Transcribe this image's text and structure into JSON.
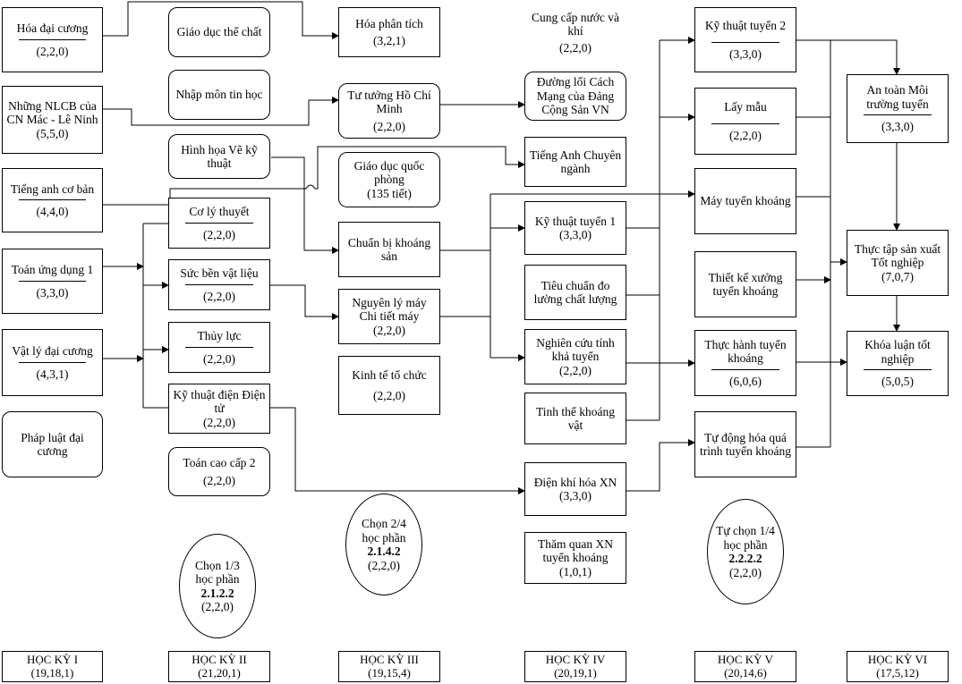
{
  "semester1": {
    "courses": [
      {
        "id": "hoa-dai-cuong",
        "name": "Hóa đại cương",
        "credits": "(2,2,0)"
      },
      {
        "id": "nlcb",
        "name": "Những NLCB của CN Mác - Lê Ninh",
        "credits": "(5,5,0)"
      },
      {
        "id": "tieng-anh-co-ban",
        "name": "Tiếng anh cơ bản",
        "credits": "(4,4,0)"
      },
      {
        "id": "toan-ung-dung-1",
        "name": "Toán ứng dụng 1",
        "credits": "(3,3,0)"
      },
      {
        "id": "vat-ly-dai-cuong",
        "name": "Vật lý đại cương",
        "credits": "(4,3,1)"
      },
      {
        "id": "phap-luat-dai-cuong",
        "name": "Pháp luật đại cương",
        "credits": ""
      }
    ],
    "label": "HỌC KỲ I",
    "summary": "(19,18,1)"
  },
  "semester2": {
    "courses": [
      {
        "id": "giao-duc-the-chat",
        "name": "Giáo dục thể chất",
        "credits": ""
      },
      {
        "id": "nhap-mon-tin-hoc",
        "name": "Nhập môn tin học",
        "credits": ""
      },
      {
        "id": "hinh-hoa",
        "name": "Hình họa Vẽ kỹ thuật",
        "credits": ""
      },
      {
        "id": "co-ly-thuyet",
        "name": "Cơ lý thuyết",
        "credits": "(2,2,0)"
      },
      {
        "id": "suc-ben-vat-lieu",
        "name": "Sức bền vật liệu",
        "credits": "(2,2,0)"
      },
      {
        "id": "thuy-luc",
        "name": "Thủy lực",
        "credits": "(2,2,0)"
      },
      {
        "id": "ky-thuat-dien",
        "name": "Kỹ thuật điện Điện tử",
        "credits": "(2,2,0)"
      },
      {
        "id": "toan-cao-cap-2",
        "name": "Toán cao cấp 2",
        "credits": "(2,2,0)"
      }
    ],
    "elective": {
      "line1": "Chọn 1/3",
      "line2": "học phần",
      "code": "2.1.2.2",
      "credits": "(2,2,0)"
    },
    "label": "HỌC KỲ II",
    "summary": "(21,20,1)"
  },
  "semester3": {
    "courses": [
      {
        "id": "hoa-phan-tich",
        "name": "Hóa phân tích",
        "credits": "(3,2,1)"
      },
      {
        "id": "tu-tuong-hcm",
        "name": "Tư tưởng Hồ Chí Minh",
        "credits": "(2,2,0)"
      },
      {
        "id": "giao-duc-quoc-phong",
        "name": "Giáo dục quốc phòng",
        "credits": "(135 tiết)"
      },
      {
        "id": "chuan-bi-khoang-san",
        "name": "Chuẩn bị khoáng sản",
        "credits": ""
      },
      {
        "id": "nguyen-ly-may",
        "name": "Nguyên lý máy Chi tiết máy",
        "credits": "(2,2,0)"
      },
      {
        "id": "kinh-te-to-chuc",
        "name": "Kinh tế tổ chức",
        "credits": "(2,2,0)"
      }
    ],
    "elective": {
      "line1": "Chọn 2/4",
      "line2": "học phần",
      "code": "2.1.4.2",
      "credits": "(2,2,0)"
    },
    "label": "HỌC KỲ III",
    "summary": "(19,15,4)"
  },
  "semester4": {
    "courses": [
      {
        "id": "cung-cap-nuoc",
        "name": "Cung cấp nước và khí",
        "credits": "(2,2,0)"
      },
      {
        "id": "duong-loi",
        "name": "Đường lối Cách Mạng của Đảng Cộng Sản VN",
        "credits": ""
      },
      {
        "id": "tieng-anh-chuyen-nganh",
        "name": "Tiếng Anh Chuyên ngành",
        "credits": ""
      },
      {
        "id": "ky-thuat-tuyen-1",
        "name": "Kỹ thuật tuyển 1",
        "credits": "(3,3,0)"
      },
      {
        "id": "tieu-chuan-do-luong",
        "name": "Tiêu chuẩn đo lường chất lượng",
        "credits": ""
      },
      {
        "id": "nghien-cuu-tinh-kha-tuyen",
        "name": "Nghiên cứu tính khả tuyển",
        "credits": "(2,2,0)"
      },
      {
        "id": "tinh-the-khoang-vat",
        "name": "Tinh thể khoáng vật",
        "credits": ""
      },
      {
        "id": "dien-khi-hoa",
        "name": "Điện khí hóa XN",
        "credits": "(3,3,0)"
      },
      {
        "id": "tham-quan-xn",
        "name": "Thăm quan XN tuyển khoáng",
        "credits": "(1,0,1)"
      }
    ],
    "label": "HỌC KỲ IV",
    "summary": "(20,19,1)"
  },
  "semester5": {
    "courses": [
      {
        "id": "ky-thuat-tuyen-2",
        "name": "Kỹ thuật tuyển 2",
        "credits": "(3,3,0)"
      },
      {
        "id": "lay-mau",
        "name": "Lấy mẫu",
        "credits": "(2,2,0)"
      },
      {
        "id": "may-tuyen-khoang",
        "name": "Máy tuyển khoáng",
        "credits": ""
      },
      {
        "id": "thiet-ke-xuong",
        "name": "Thiết kế xưởng tuyển khoáng",
        "credits": ""
      },
      {
        "id": "thuc-hanh-tuyen-khoang",
        "name": "Thực hành tuyển khoáng",
        "credits": "(6,0,6)"
      },
      {
        "id": "tu-dong-hoa",
        "name": "Tự động hóa quá trình tuyển khoáng",
        "credits": ""
      }
    ],
    "elective": {
      "line1": "Tự chọn 1/4",
      "line2": "học phần",
      "code": "2.2.2.2",
      "credits": "(2,2,0)"
    },
    "label": "HỌC KỲ V",
    "summary": "(20,14,6)"
  },
  "semester6": {
    "courses": [
      {
        "id": "an-toan-moi-truong",
        "name": "An toàn Môi trường tuyển",
        "credits": "(3,3,0)"
      },
      {
        "id": "thuc-tap-san-xuat",
        "name": "Thực tập sản xuất Tốt nghiệp",
        "credits": "(7,0,7)"
      },
      {
        "id": "khoa-luan",
        "name": "Khóa luận tốt nghiệp",
        "credits": "(5,0,5)"
      }
    ],
    "label": "HỌC KỲ VI",
    "summary": "(17,5,12)"
  }
}
